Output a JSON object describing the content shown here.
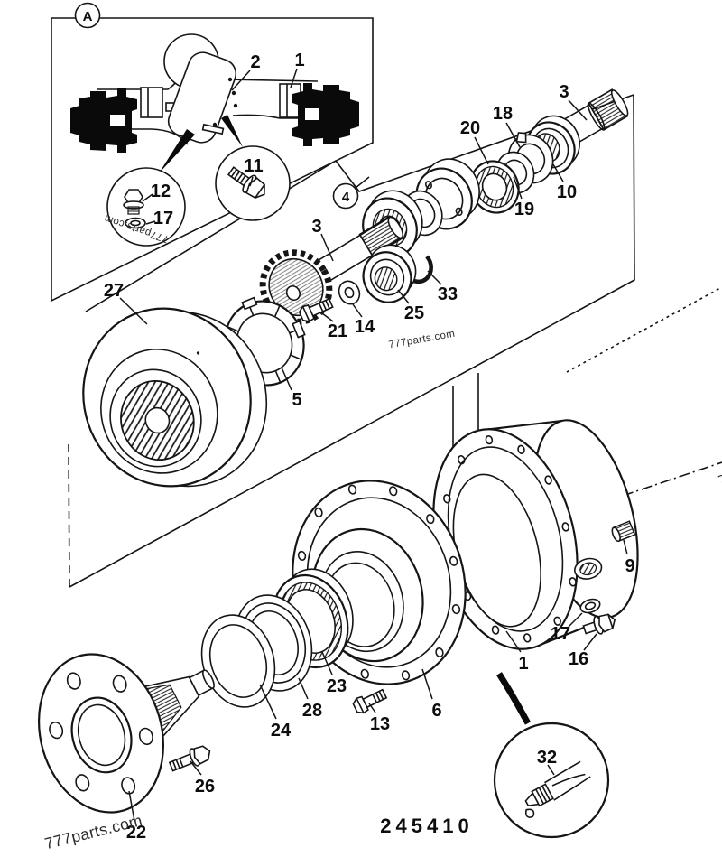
{
  "document": {
    "drawing_number": "245410",
    "watermark": "777parts.com",
    "inset_letter": "A",
    "assembly_detail_letter": "4"
  },
  "callouts": {
    "n1": "1",
    "n2": "2",
    "n3": "3",
    "n4": "4",
    "n5": "5",
    "n6": "6",
    "n9": "9",
    "n10": "10",
    "n11": "11",
    "n12": "12",
    "n13": "13",
    "n14": "14",
    "n16": "16",
    "n17": "17",
    "n18": "18",
    "n19": "19",
    "n20": "20",
    "n21": "21",
    "n22": "22",
    "n23": "23",
    "n24": "24",
    "n25": "25",
    "n26": "26",
    "n27": "27",
    "n28": "28",
    "n32": "32",
    "n33": "33"
  }
}
